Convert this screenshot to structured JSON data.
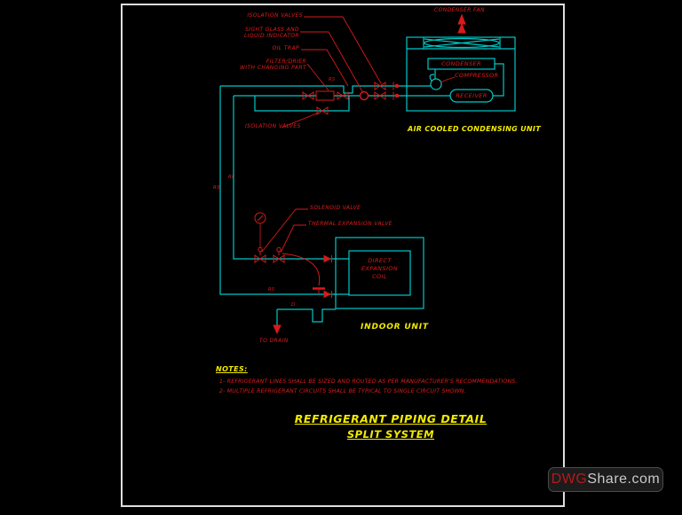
{
  "colors": {
    "pipe_cyan": "#00c8c8",
    "annotation_red": "#e01d1d",
    "title_yellow": "#f2ea00",
    "sheet_border_white": "#dedede"
  },
  "labels": {
    "condenser_fan": "CONDENSER FAN",
    "isolation_valves_top": "ISOLATION VALVES",
    "sight_glass": "SIGHT GLASS AND\nLIQUID INDICATOR",
    "oil_trap": "OIL TRAP",
    "filter_drier": "FILTER/DRIER\nWITH CHANGING PART",
    "isolation_valves_left": "ISOLATION VALVES",
    "rs_top": "RS",
    "rs_riser": "RS",
    "rl_riser": "RL",
    "solenoid_valve": "SOLENOID VALVE",
    "thermal_expansion_valve": "THERMAL EXPANSION VALVE",
    "rs_bottom": "RS",
    "drain_d": "D",
    "to_drain": "TO DRAIN",
    "condenser": "CONDENSER",
    "compressor": "COMPRESSOR",
    "receiver": "RECEIVER",
    "air_cooled_unit": "AIR COOLED CONDENSING UNIT",
    "direct_expansion_coil": "DIRECT\nEXPANSION\nCOIL",
    "indoor_unit": "INDOOR UNIT"
  },
  "notes": {
    "heading": "NOTES:",
    "items": [
      "1- REFRIGERANT LINES SHALL BE SIZED AND ROUTED AS PER MANUFACTURER'S RECOMMENDATIONS.",
      "2- MULTIPLE REFRIGERANT CIRCUITS SHALL BE TYPICAL TO SINGLE CIRCUIT SHOWN."
    ]
  },
  "title": {
    "line1": "REFRIGERANT PIPING DETAIL",
    "line2": "SPLIT SYSTEM"
  },
  "watermark": {
    "prefix": "DWG",
    "suffix": "Share.com"
  }
}
